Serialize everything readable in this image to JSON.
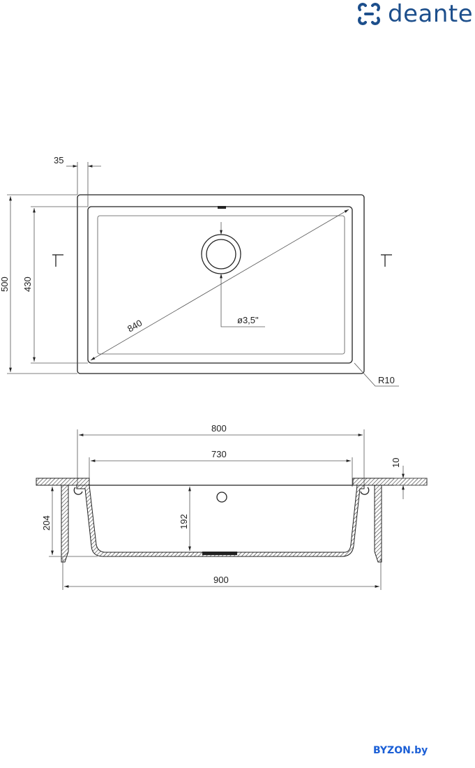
{
  "brand": {
    "logo_text": "deante",
    "color": "#1d4f8c"
  },
  "watermark": {
    "text": "BYZON.by",
    "color": "#1b5fd6"
  },
  "top_view": {
    "rim_width": "35",
    "outer_depth": "500",
    "bowl_depth": "430",
    "diagonal": "840",
    "drain": "ø3,5\"",
    "corner_radius": "R10"
  },
  "section_view": {
    "outer_width": "800",
    "bowl_width": "730",
    "rim_thickness": "10",
    "cabinet_depth": "204",
    "bowl_height": "192",
    "cabinet_width": "900"
  }
}
